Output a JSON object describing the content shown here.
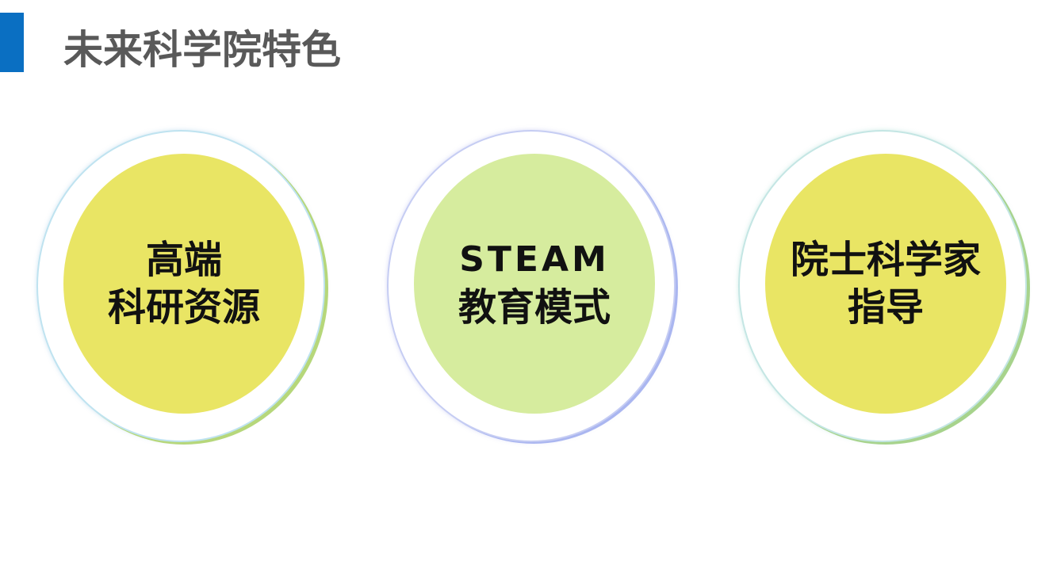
{
  "page": {
    "title": "未来科学院特色",
    "accent_color": "#0a6fc2",
    "title_color": "#595959"
  },
  "features": [
    {
      "lines": [
        "高端",
        "科研资源"
      ],
      "fill_color": "#e9e564"
    },
    {
      "lines": [
        "STEAM",
        "教育模式"
      ],
      "fill_color": "#d6ec9e"
    },
    {
      "lines": [
        "院士科学家",
        "指导"
      ],
      "fill_color": "#e9e564"
    }
  ]
}
